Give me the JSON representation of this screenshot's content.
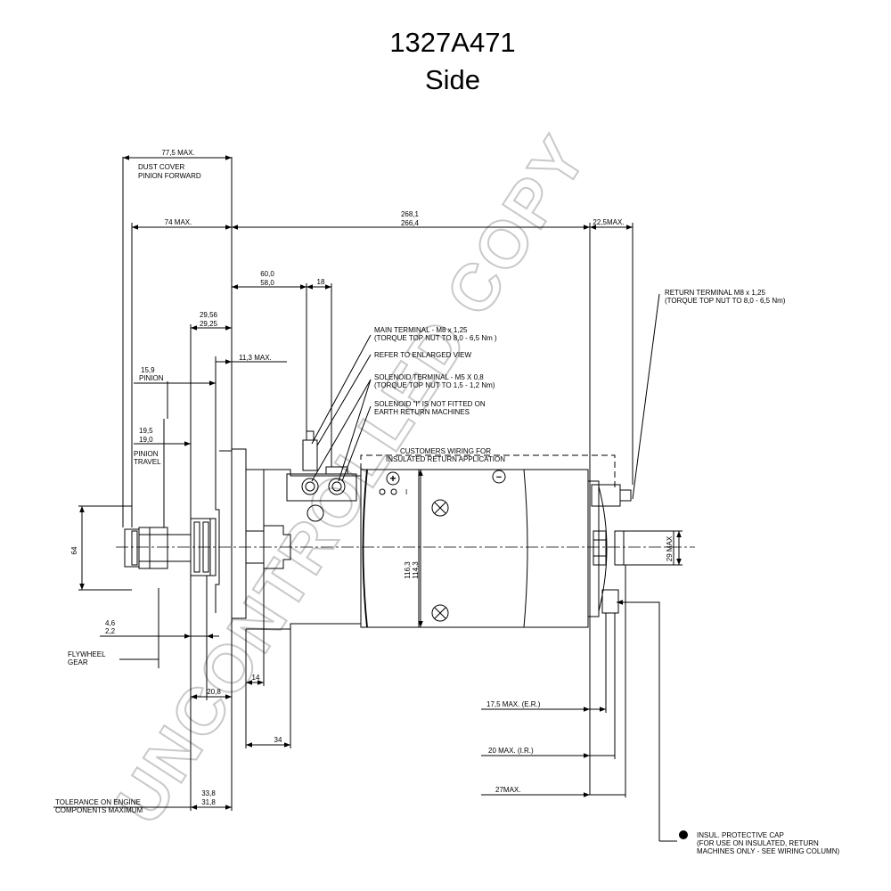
{
  "header": {
    "part_number": "1327A471",
    "view": "Side"
  },
  "watermark": "UNCONTROLLED COPY",
  "dimensions": {
    "dust_cover_max": "77,5 MAX.",
    "dust_cover_note_1": "DUST COVER",
    "dust_cover_note_2": "PINION FORWARD",
    "front_max": "74 MAX.",
    "length_upper": "268,1",
    "length_lower": "266,4",
    "rear_max": "22,5MAX.",
    "sol_offset_upper": "60,0",
    "sol_offset_lower": "58,0",
    "sol_width": "18",
    "flange_upper": "29,56",
    "flange_lower": "29,25",
    "flange_max": "11,3 MAX.",
    "pinion_dim": "15,9",
    "pinion_label": "PINION",
    "travel_upper": "19,5",
    "travel_lower": "19,0",
    "travel_label_1": "PINION",
    "travel_label_2": "TRAVEL",
    "pinion_dia": "64",
    "gap_upper": "4,6",
    "gap_lower": "2,2",
    "flywheel_1": "FLYWHEEL",
    "flywheel_2": "GEAR",
    "dim_20_8": "20,8",
    "dim_14": "14",
    "dim_34": "34",
    "eng_upper": "33,8",
    "eng_lower": "31,8",
    "tolerance_1": "TOLERANCE ON ENGINE",
    "tolerance_2": "COMPONENTS MAXIMUM",
    "body_dia_upper": "116,3",
    "body_dia_lower": "114,3",
    "boss_dia": "29 MAX",
    "er_max": "17,5 MAX.    (E.R.)",
    "ir_max": "20 MAX.    (I.R.)",
    "max_27": "27MAX."
  },
  "notes": {
    "main_terminal_1": "MAIN TERMINAL - M8 x 1,25",
    "main_terminal_2": "(TORQUE TOP NUT TO 8,0 - 6,5 Nm )",
    "refer": "REFER TO ENLARGED VIEW",
    "sol_terminal_1": "SOLENOID TERMINAL - M5 X 0,8",
    "sol_terminal_2": "(TORQUE TOP NUT TO 1,5 -  1,2 Nm)",
    "sol_i_1": "SOLENOID \"I\" IS NOT FITTED ON",
    "sol_i_2": "EARTH RETURN MACHINES",
    "wiring_1": "CUSTOMERS WIRING FOR",
    "wiring_2": "INSULATED RETURN APPLICATION",
    "return_1": "RETURN TERMINAL M8 x 1,25",
    "return_2": "(TORQUE TOP NUT TO 8,0 - 6,5 Nm)",
    "cap_1": "INSUL. PROTECTIVE CAP",
    "cap_2": "(FOR USE ON INSULATED, RETURN",
    "cap_3": "MACHINES ONLY - SEE WIRING COLUMN)"
  },
  "markings": {
    "plus": "+",
    "minus": "−",
    "i_label": "I"
  }
}
